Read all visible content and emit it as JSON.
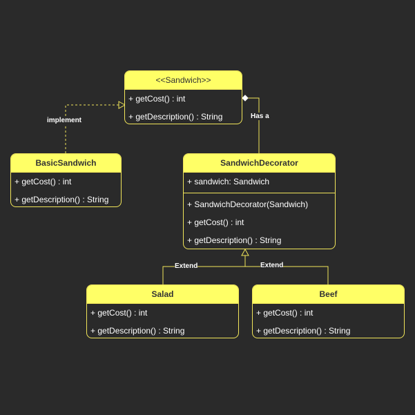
{
  "colors": {
    "background": "#2a2a2a",
    "header_fill": "#ffff66",
    "border": "#f2e65a",
    "text": "#ffffff",
    "header_text": "#333333"
  },
  "classes": {
    "sandwich": {
      "name": "<<Sandwich>>",
      "methods": [
        "+ getCost() : int",
        "+ getDescription() : String"
      ]
    },
    "basic": {
      "name": "BasicSandwich",
      "methods": [
        "+ getCost() : int",
        "+ getDescription() : String"
      ]
    },
    "decorator": {
      "name": "SandwichDecorator",
      "fields": [
        "+ sandwich: Sandwich"
      ],
      "methods": [
        "+ SandwichDecorator(Sandwich)",
        "+ getCost() : int",
        "+ getDescription() : String"
      ]
    },
    "salad": {
      "name": "Salad",
      "methods": [
        "+ getCost() : int",
        "+ getDescription() : String"
      ]
    },
    "beef": {
      "name": "Beef",
      "methods": [
        "+ getCost() : int",
        "+ getDescription() : String"
      ]
    }
  },
  "edges": {
    "implement": "implement",
    "has_a": "Has a",
    "extend_salad": "Extend",
    "extend_beef": "Extend"
  }
}
